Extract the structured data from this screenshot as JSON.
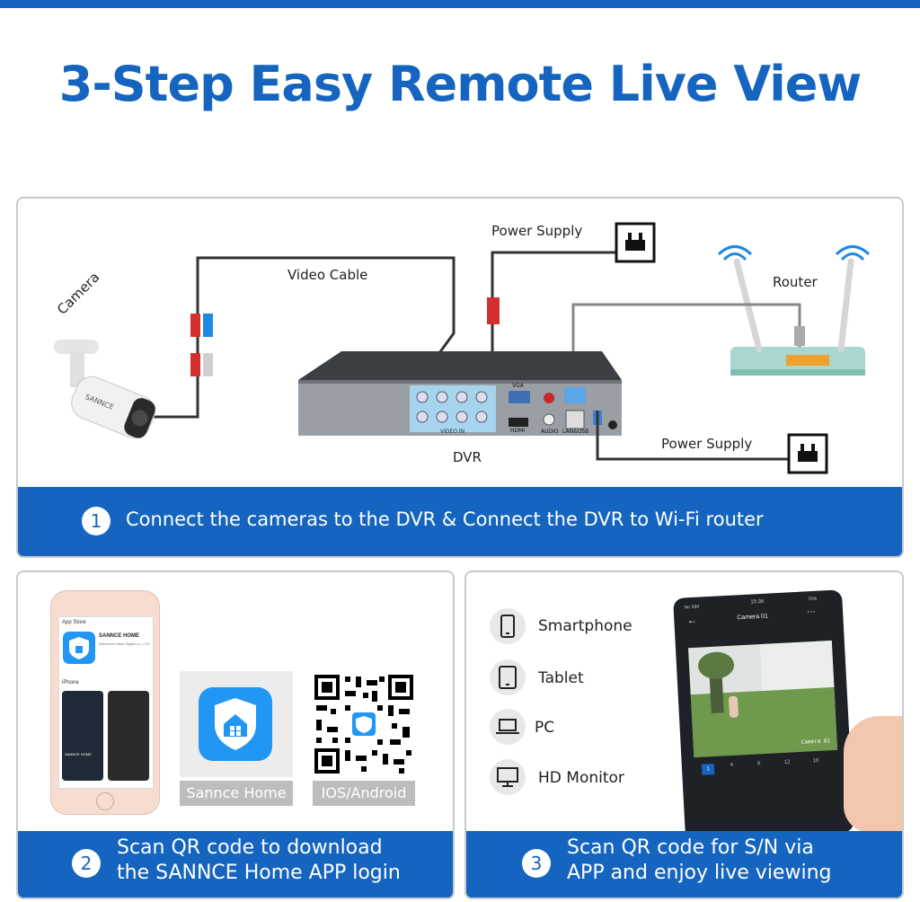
{
  "page": {
    "title": "3-Step Easy Remote Live View"
  },
  "step1": {
    "number": "1",
    "text": "Connect the cameras to the DVR & Connect the DVR to Wi-Fi router",
    "labels": {
      "camera": "Camera",
      "video_cable": "Video Cable",
      "power_supply_top": "Power Supply",
      "router": "Router",
      "dvr": "DVR",
      "power_supply_bottom": "Power Supply",
      "vga": "VGA",
      "hdmi": "HDMI",
      "audio": "AUDIO",
      "lan_usb": "LAN&USB",
      "video_in": "VIDEO IN",
      "camera_brand": "SANNCE"
    }
  },
  "step2": {
    "number": "2",
    "line1": "Scan QR code to download",
    "line2": "the SANNCE Home APP login",
    "app_caption": "Sannce Home",
    "qr_caption": "IOS/Android",
    "phone": {
      "store": "App Store",
      "app_name": "SANNCE HOME",
      "developer": "Shenzhen Hase Digital co., LTD",
      "section": "iPhone",
      "preview_text": "SANNCE HOME"
    }
  },
  "step3": {
    "number": "3",
    "line1": "Scan QR code for S/N via",
    "line2": "APP and enjoy live viewing",
    "devices": [
      "Smartphone",
      "Tablet",
      "PC",
      "HD Monitor"
    ],
    "tablet": {
      "status_left": "No SIM",
      "status_time": "15:36",
      "status_right": "70%",
      "screen_title": "Camera 01",
      "overlay": "Camera 01",
      "channels": [
        "1",
        "4",
        "9",
        "12",
        "16"
      ]
    }
  },
  "colors": {
    "accent": "#1565c0",
    "card_border": "#c9c9c9",
    "caption_gray": "#bdbdbd",
    "tablet_dark": "#1e2226"
  }
}
